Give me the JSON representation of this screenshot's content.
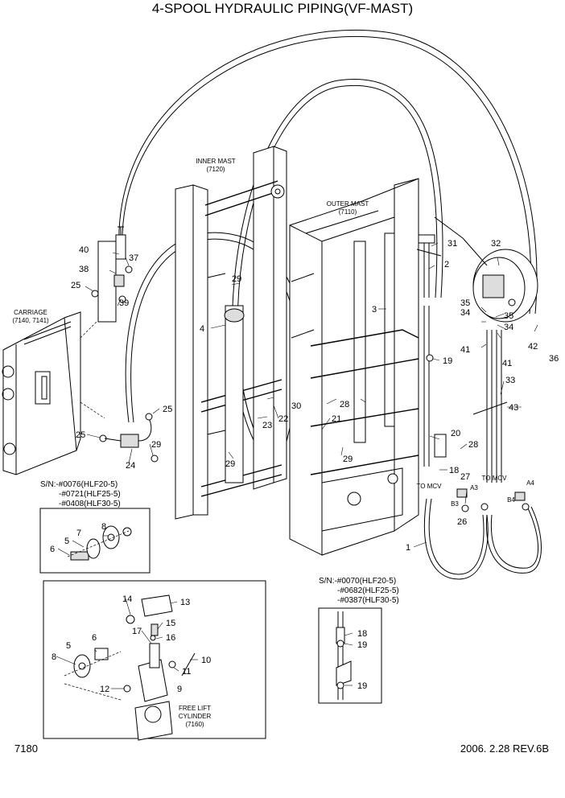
{
  "title": "4-SPOOL HYDRAULIC PIPING(VF-MAST)",
  "labels": {
    "inner_mast": "INNER MAST",
    "inner_mast_ref": "(7120)",
    "outer_mast": "OUTER MAST",
    "outer_mast_ref": "(7110)",
    "carriage": "CARRIAGE",
    "carriage_ref": "(7140, 7141)",
    "free_lift_1": "FREE LIFT",
    "free_lift_2": "CYLINDER",
    "free_lift_ref": "(7160)",
    "to_mcv_1": "TO MCV",
    "to_mcv_2": "TO MCV",
    "port_a3": "A3",
    "port_a4": "A4",
    "port_b3": "B3",
    "port_b4": "B4"
  },
  "serial_notes": {
    "left": [
      "S/N:-#0076(HLF20-5)",
      "-#0721(HLF25-5)",
      "-#0408(HLF30-5)"
    ],
    "right": [
      "S/N:-#0070(HLF20-5)",
      "-#0682(HLF25-5)",
      "-#0387(HLF30-5)"
    ]
  },
  "callouts": [
    "1",
    "2",
    "3",
    "4",
    "5",
    "6",
    "7",
    "8",
    "9",
    "10",
    "11",
    "12",
    "13",
    "14",
    "15",
    "16",
    "17",
    "18",
    "19",
    "20",
    "21",
    "22",
    "23",
    "24",
    "25",
    "26",
    "27",
    "28",
    "29",
    "30",
    "31",
    "32",
    "33",
    "34",
    "35",
    "36",
    "37",
    "38",
    "39",
    "40",
    "41",
    "42",
    "43"
  ],
  "footer": {
    "page_number": "7180",
    "revision": "2006. 2.28  REV.6B"
  }
}
